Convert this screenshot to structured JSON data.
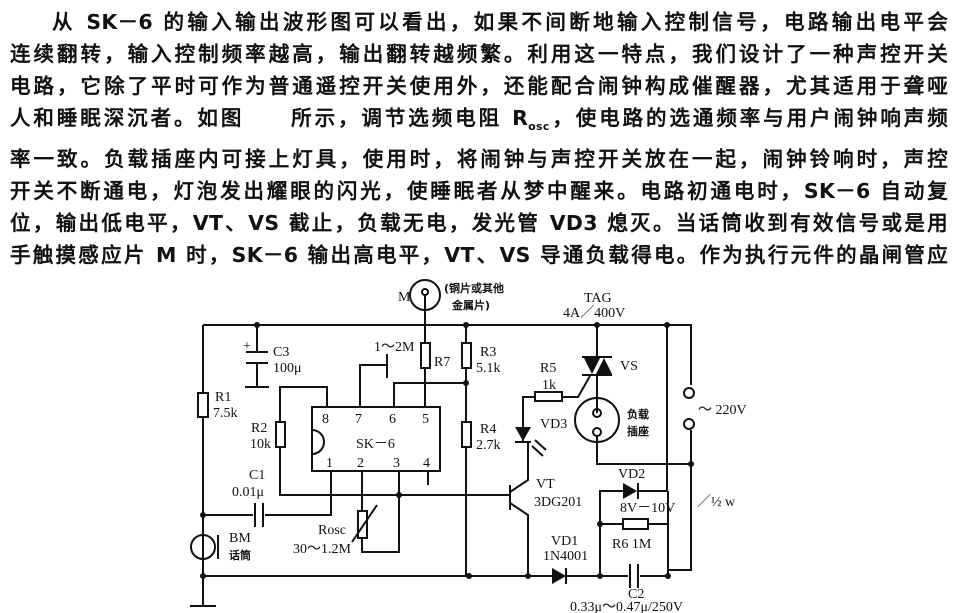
{
  "paragraph": {
    "lines": [
      "从 SK－6 的输入输出波形图可以看出，如果不间断地输入控制信号，电路输出电平会",
      "连续翻转，输入控制频率越高，输出翻转越频繁。利用这一特点，我们设计了一种声控开关",
      "电路，它除了平时可作为普通遥控开关使用外，还能配合闹钟构成催醒器，尤其适用于聋哑",
      "人和睡眠深沉者。如图　　所示，调节选频电阻 R",
      "率一致。负载插座内可接上灯具，使用时，将闹钟与声控开关放在一起，闹钟铃响时，声控",
      "开关不断通电，灯泡发出耀眼的闪光，使睡眠者从梦中醒来。电路初通电时，SK－6 自动复",
      "位，输出低电平，VT、VS 截止，负载无电，发光管 VD3 熄灭。当话筒收到有效信号或是用",
      "手触摸感应片 M 时，SK－6 输出高电平，VT、VS 导通负载得电。作为执行元件的晶闸管应"
    ],
    "line4_sub": "osc",
    "line4_tail": "，使电路的选通频率与用户闹钟响声频"
  },
  "circuit": {
    "M": "M",
    "M_note1": "(铜片或其他",
    "M_note2": "金属片)",
    "TAG": "TAG",
    "TAG_rating": "4A／400V",
    "VS": "VS",
    "C3": "C3",
    "C3_val": "100μ",
    "R1": "R1",
    "R1_val": "7.5k",
    "R2": "R2",
    "R2_val": "10k",
    "R3": "R3",
    "R3_val": "5.1k",
    "R4": "R4",
    "R4_val": "2.7k",
    "R5": "R5",
    "R5_val": "1k",
    "R7": "R7",
    "R7_val": "1～2M",
    "ic": "SK－6",
    "pins": [
      "8",
      "7",
      "6",
      "5",
      "1",
      "2",
      "3",
      "4"
    ],
    "VD3": "VD3",
    "socket1": "负载",
    "socket2": "插座",
    "ac": "～ 220V",
    "C1": "C1",
    "C1_val": "0.01μ",
    "VT": "VT",
    "VT_val": "3DG201",
    "VD2": "VD2",
    "VD2_val": "8V－10V",
    "power": "／½ w",
    "Rosc": "Rosc",
    "Rosc_val": "30～1.2M",
    "BM": "BM",
    "BM_note": "话筒",
    "VD1": "VD1",
    "VD1_val": "1N4001",
    "R6": "R6  1M",
    "C2": "C2",
    "C2_val": "0.33μ～0.47μ/250V"
  }
}
